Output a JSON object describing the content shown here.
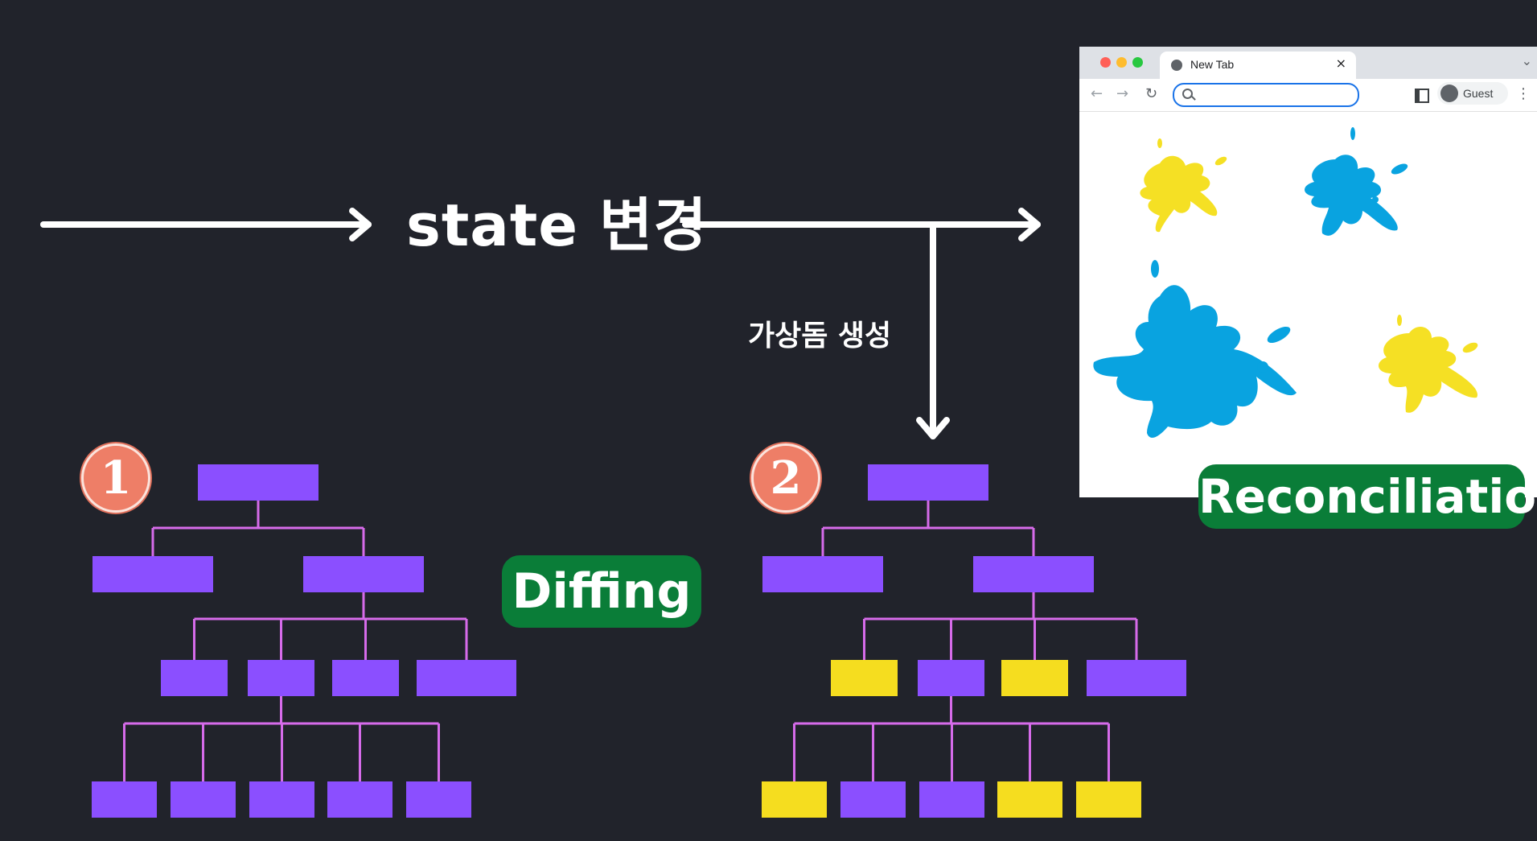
{
  "heading": {
    "state_change": "state 변경",
    "virtual_dom": "가상돔 생성"
  },
  "steps": [
    {
      "number": "1"
    },
    {
      "number": "2"
    }
  ],
  "labels": {
    "diffing": "Diffing",
    "reconciliation": "Reconciliation"
  },
  "browser": {
    "tab_title": "New Tab",
    "tab_close": "×",
    "tab_menu": "⌄",
    "nav_back": "←",
    "nav_forward": "→",
    "nav_reload": "↻",
    "address_value": "",
    "profile_label": "Guest",
    "menu": "⋮",
    "traffic_lights": [
      "#ff5f57",
      "#febc2e",
      "#28c840"
    ]
  },
  "colors": {
    "background": "#21232b",
    "node": "#8b4fff",
    "changed_node": "#f5dd1f",
    "edge": "#d66bea",
    "badge": "#ee7e67",
    "label_pill": "#0a7d38",
    "splat_yellow": "#f5e024",
    "splat_blue": "#09a3e0"
  },
  "trees": [
    {
      "name": "tree-before",
      "levels": [
        [
          "plain"
        ],
        [
          "plain",
          "plain"
        ],
        [
          "plain",
          "plain",
          "plain",
          "plain"
        ],
        [
          "plain",
          "plain",
          "plain",
          "plain",
          "plain"
        ]
      ]
    },
    {
      "name": "tree-after",
      "levels": [
        [
          "plain"
        ],
        [
          "plain",
          "plain"
        ],
        [
          "changed",
          "plain",
          "changed",
          "plain"
        ],
        [
          "changed",
          "plain",
          "plain",
          "changed",
          "changed"
        ]
      ]
    }
  ]
}
